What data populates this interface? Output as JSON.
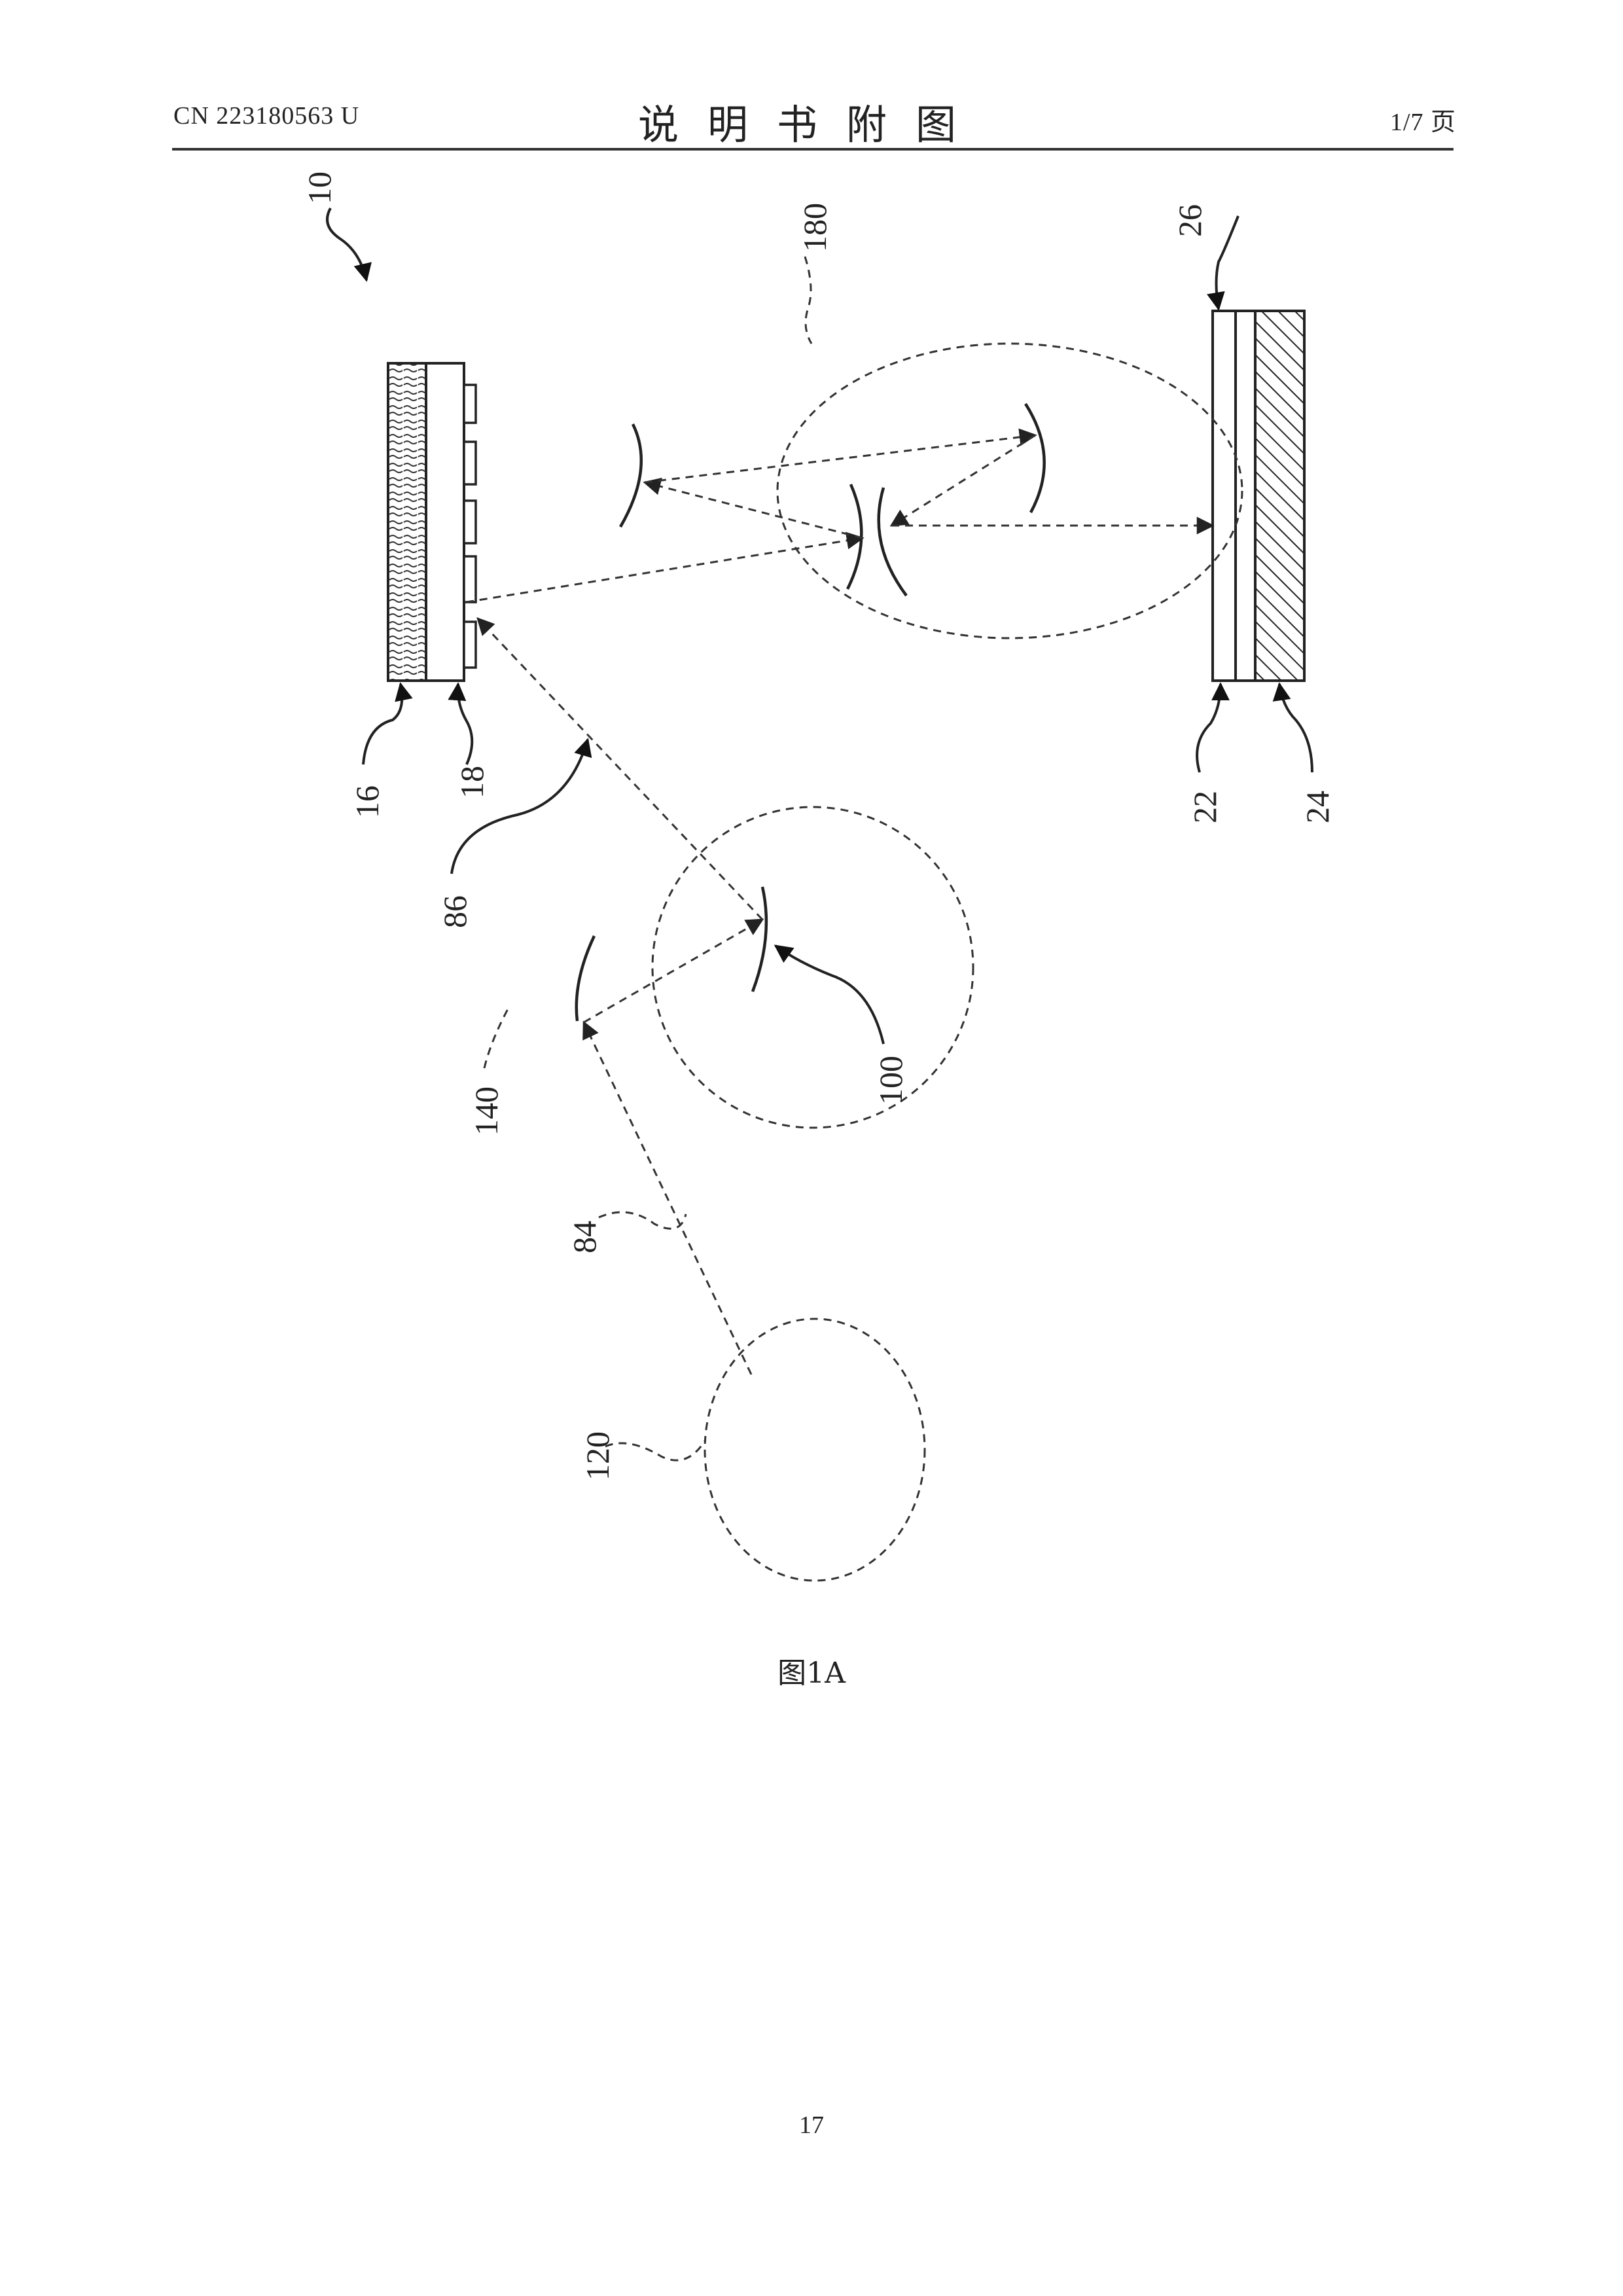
{
  "header": {
    "publication_number": "CN 223180563 U",
    "title": "说明书附图",
    "page_label": "1/7 页"
  },
  "figure": {
    "caption": "图1A",
    "reference_numerals": {
      "system": "10",
      "element_16": "16",
      "element_18": "18",
      "element_22": "22",
      "element_24": "24",
      "element_26": "26",
      "element_84": "84",
      "element_86": "86",
      "element_100": "100",
      "element_120": "120",
      "element_140": "140",
      "element_180": "180"
    }
  },
  "footer": {
    "page_number": "17"
  }
}
